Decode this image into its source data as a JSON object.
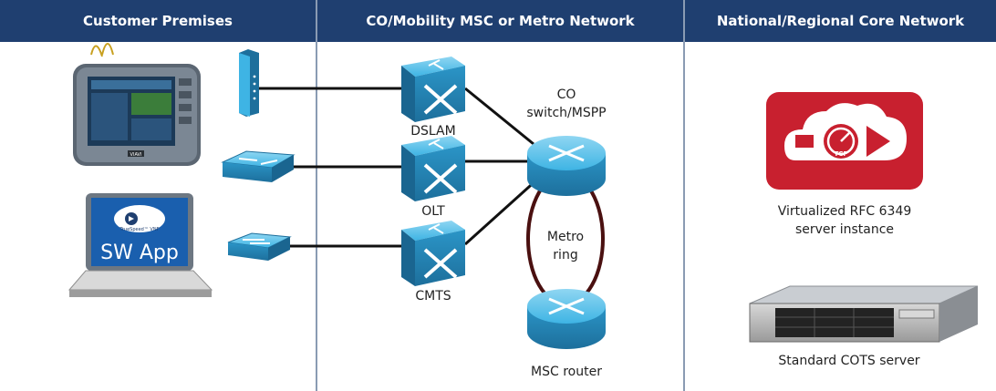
{
  "columns": {
    "customer": "Customer Premises",
    "metro": "CO/Mobility MSC or Metro Network",
    "core": "National/Regional Core Network"
  },
  "labels": {
    "dslam": "DSLAM",
    "olt": "OLT",
    "cmts": "CMTS",
    "co_switch_line1": "CO",
    "co_switch_line2": "switch/MSPP",
    "metro_ring_line1": "Metro",
    "metro_ring_line2": "ring",
    "msc_router": "MSC router",
    "virtualized_line1": "Virtualized RFC 6349",
    "virtualized_line2": "server instance",
    "cots_server": "Standard COTS server"
  },
  "laptop": {
    "screen_text": "SW App",
    "badge_text": "TrueSpeed™ VNF"
  },
  "tcp_badge": "TCP",
  "tester_brand": "VIAVI",
  "colors": {
    "header": "#1f3f70",
    "device_blue": "#2aa6dc",
    "cloud_red": "#c8202f",
    "ring": "#4a1010"
  }
}
